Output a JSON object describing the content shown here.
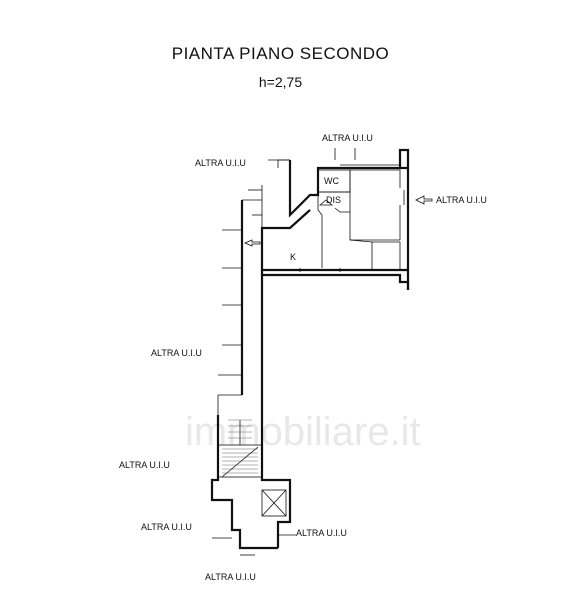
{
  "header": {
    "title": "PIANTA PIANO SECONDO",
    "height": "h=2,75"
  },
  "rooms": {
    "wc": "WC",
    "dis": "DIS",
    "kitchen": "K"
  },
  "neighbors": {
    "top_right": "ALTRA U.I.U",
    "top_left": "ALTRA U.I.U",
    "right": "ALTRA U.I.U",
    "left_mid": "ALTRA U.I.U",
    "left_low": "ALTRA U.I.U",
    "bottom_left": "ALTRA U.I.U",
    "bottom_right": "ALTRA U.I.U",
    "bottom": "ALTRA U.I.U"
  },
  "watermark": "immobiliare.it"
}
